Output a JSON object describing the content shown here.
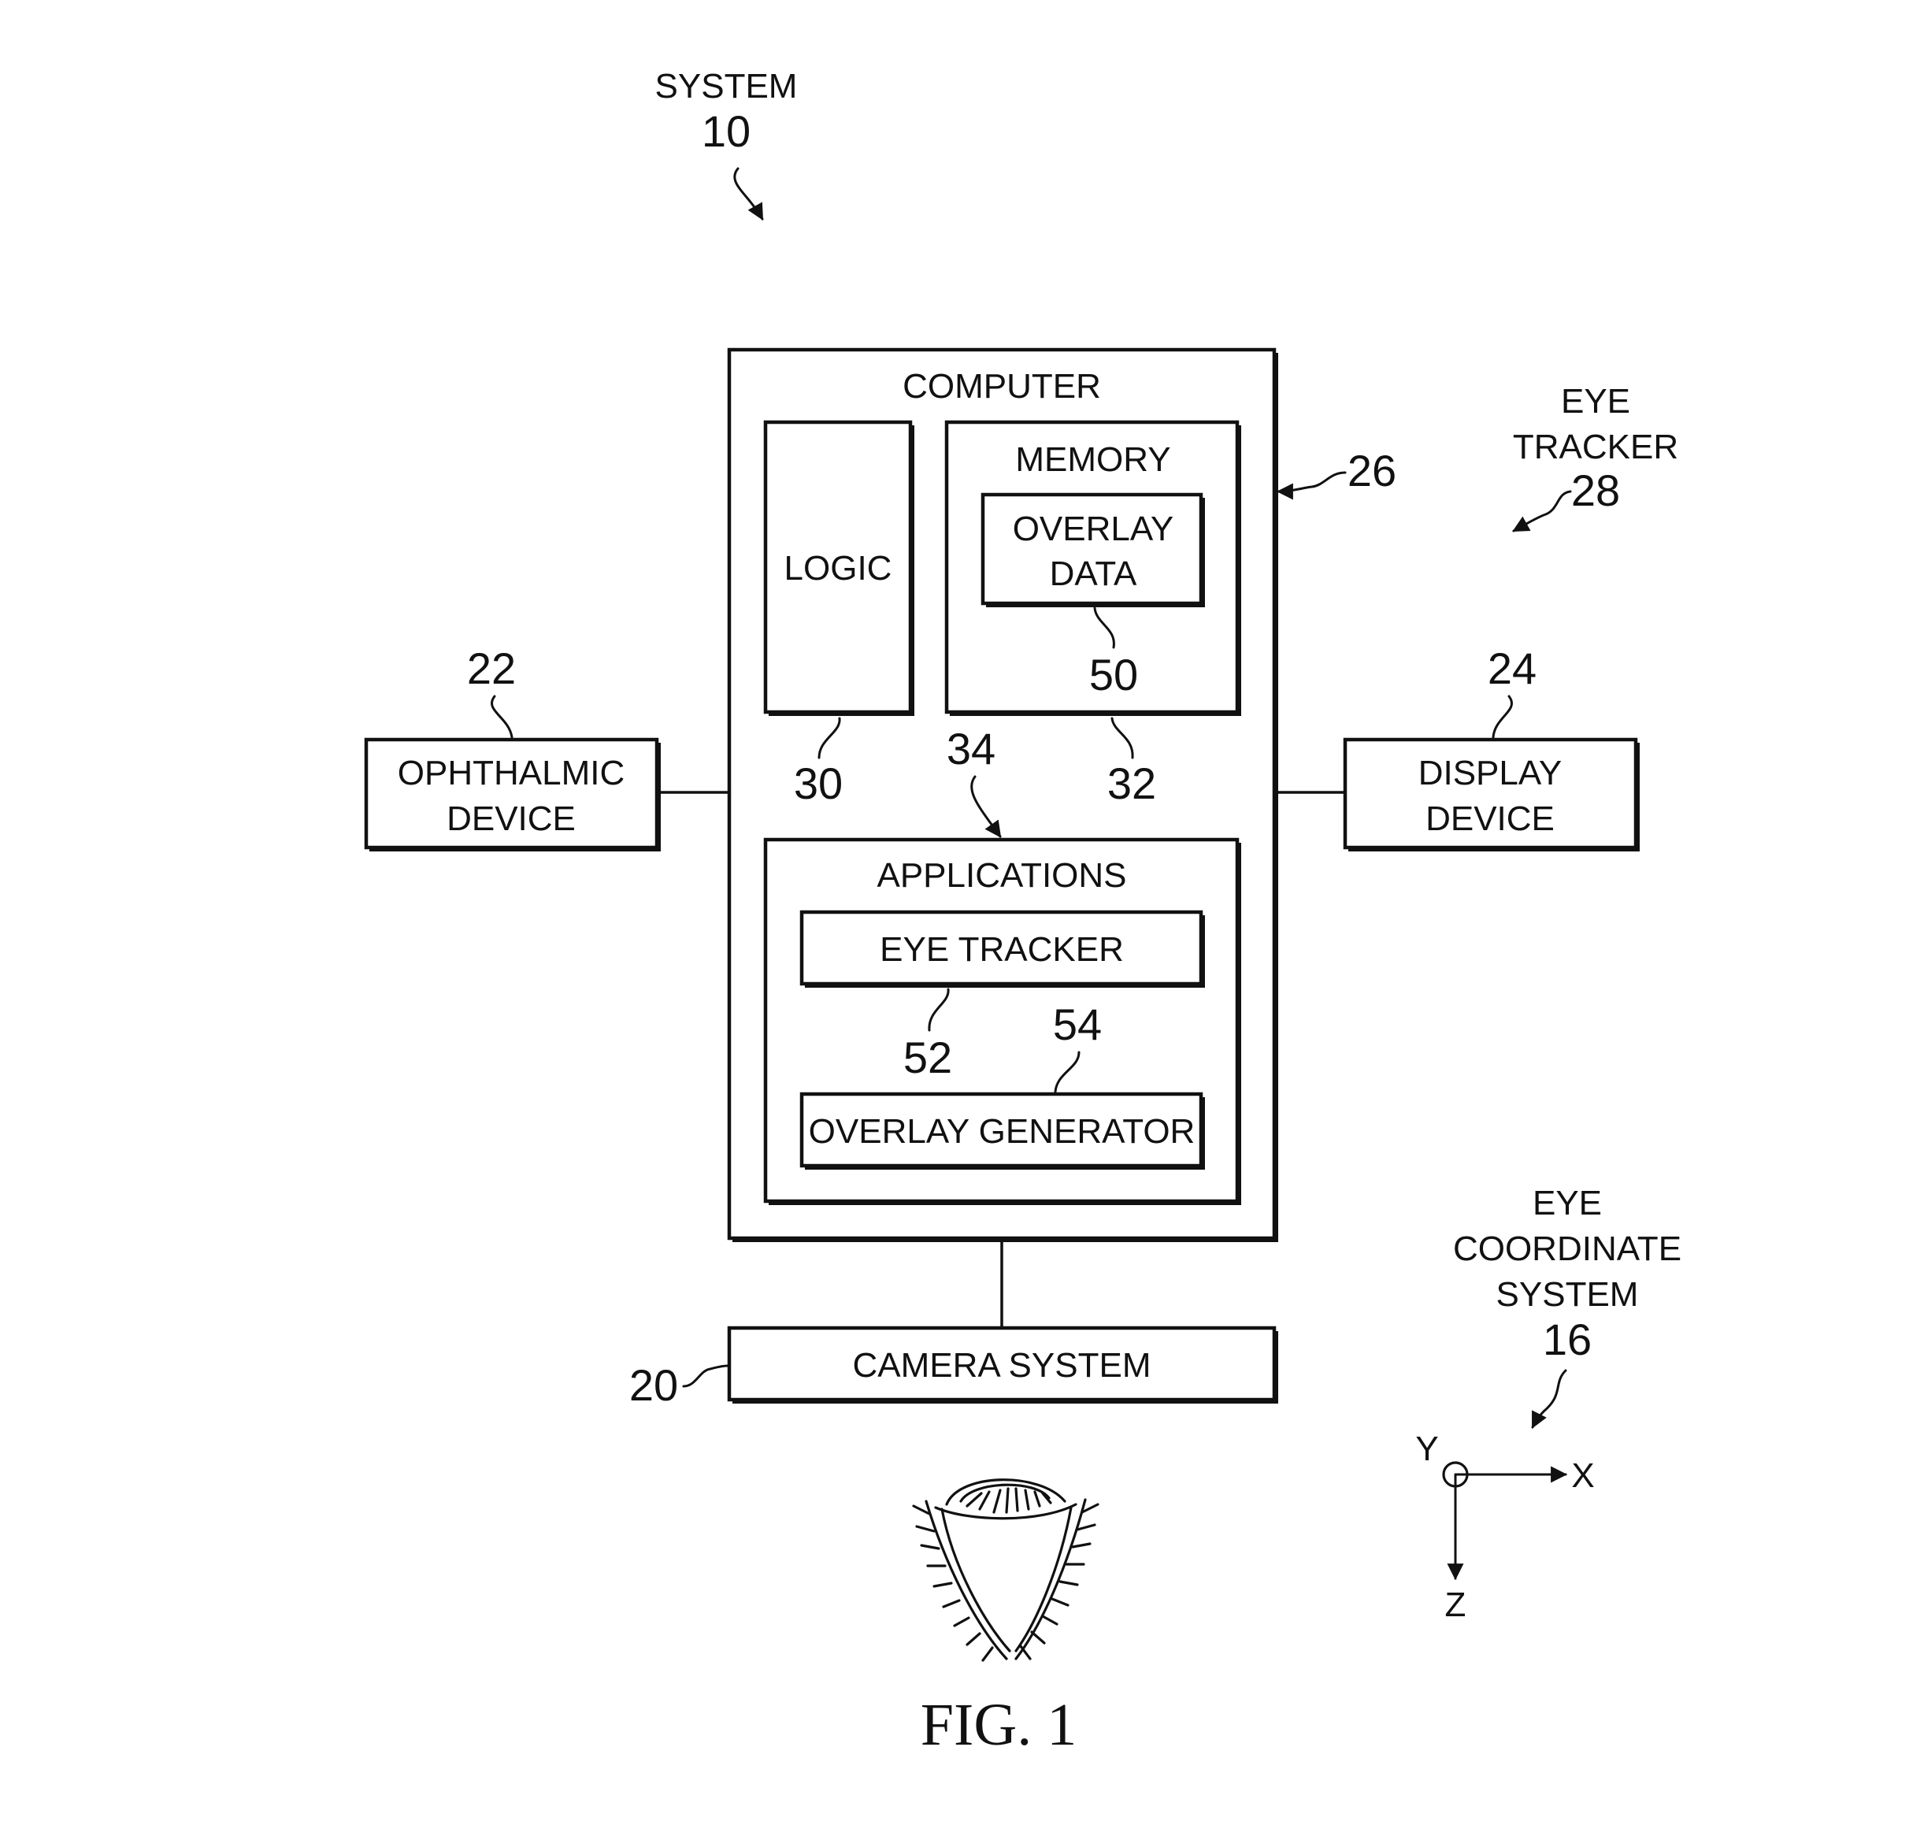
{
  "labels": {
    "system": "SYSTEM",
    "computer": "COMPUTER",
    "logic": "LOGIC",
    "memory": "MEMORY",
    "overlay_data_line1": "OVERLAY",
    "overlay_data_line2": "DATA",
    "applications": "APPLICATIONS",
    "eye_tracker_box": "EYE TRACKER",
    "overlay_generator": "OVERLAY GENERATOR",
    "ophthalmic_line1": "OPHTHALMIC",
    "ophthalmic_line2": "DEVICE",
    "display_line1": "DISPLAY",
    "display_line2": "DEVICE",
    "camera_system": "CAMERA SYSTEM",
    "eye_tracker_callout_line1": "EYE",
    "eye_tracker_callout_line2": "TRACKER",
    "eye_coord_line1": "EYE",
    "eye_coord_line2": "COORDINATE",
    "eye_coord_line3": "SYSTEM",
    "axis_y": "Y",
    "axis_x": "X",
    "axis_z": "Z",
    "figure_caption": "FIG. 1"
  },
  "refs": {
    "system": "10",
    "eye_coordinate_system": "16",
    "camera_system": "20",
    "ophthalmic_device": "22",
    "display_device": "24",
    "computer": "26",
    "eye_tracker": "28",
    "logic": "30",
    "memory": "32",
    "applications": "34",
    "overlay_data": "50",
    "eye_tracker_app": "52",
    "overlay_generator": "54"
  },
  "colors": {
    "ink": "#111111",
    "paper": "#ffffff"
  }
}
